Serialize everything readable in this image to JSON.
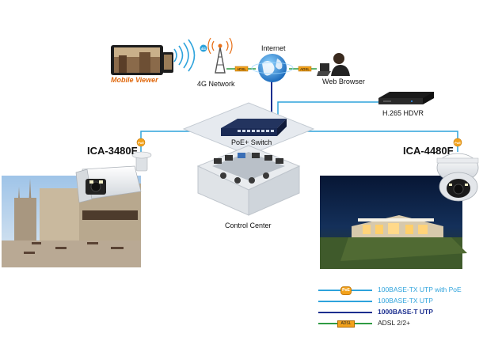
{
  "labels": {
    "mobile_viewer": "Mobile Viewer",
    "network_4g": "4G Network",
    "internet": "Internet",
    "web_browser": "Web Browser",
    "hdvr": "H.265 HDVR",
    "poe_switch": "PoE+ Switch",
    "control_center": "Control Center",
    "camera_left": "ICA-3480F",
    "camera_right": "ICA-4480F"
  },
  "badges": {
    "poe": "PoE",
    "adsl": "ADSL",
    "network_4g": "4G"
  },
  "legend": [
    {
      "label": "100BASE-TX UTP with PoE",
      "color": "#2ea3dc",
      "text_color": "#2ea3dc",
      "marker": "poe"
    },
    {
      "label": "100BASE-TX UTP",
      "color": "#2ea3dc",
      "text_color": "#2ea3dc",
      "marker": "none"
    },
    {
      "label": "1000BASE-T UTP",
      "color": "#1c2f8f",
      "text_color": "#1c2f8f",
      "marker": "none"
    },
    {
      "label": "ADSL 2/2+",
      "color": "#2f9b43",
      "text_color": "#222222",
      "marker": "adsl"
    }
  ],
  "colors": {
    "poe_line": "#f3a21b",
    "utp_100": "#2ea3dc",
    "utp_1000": "#1c2f8f",
    "adsl": "#2f9b43"
  }
}
